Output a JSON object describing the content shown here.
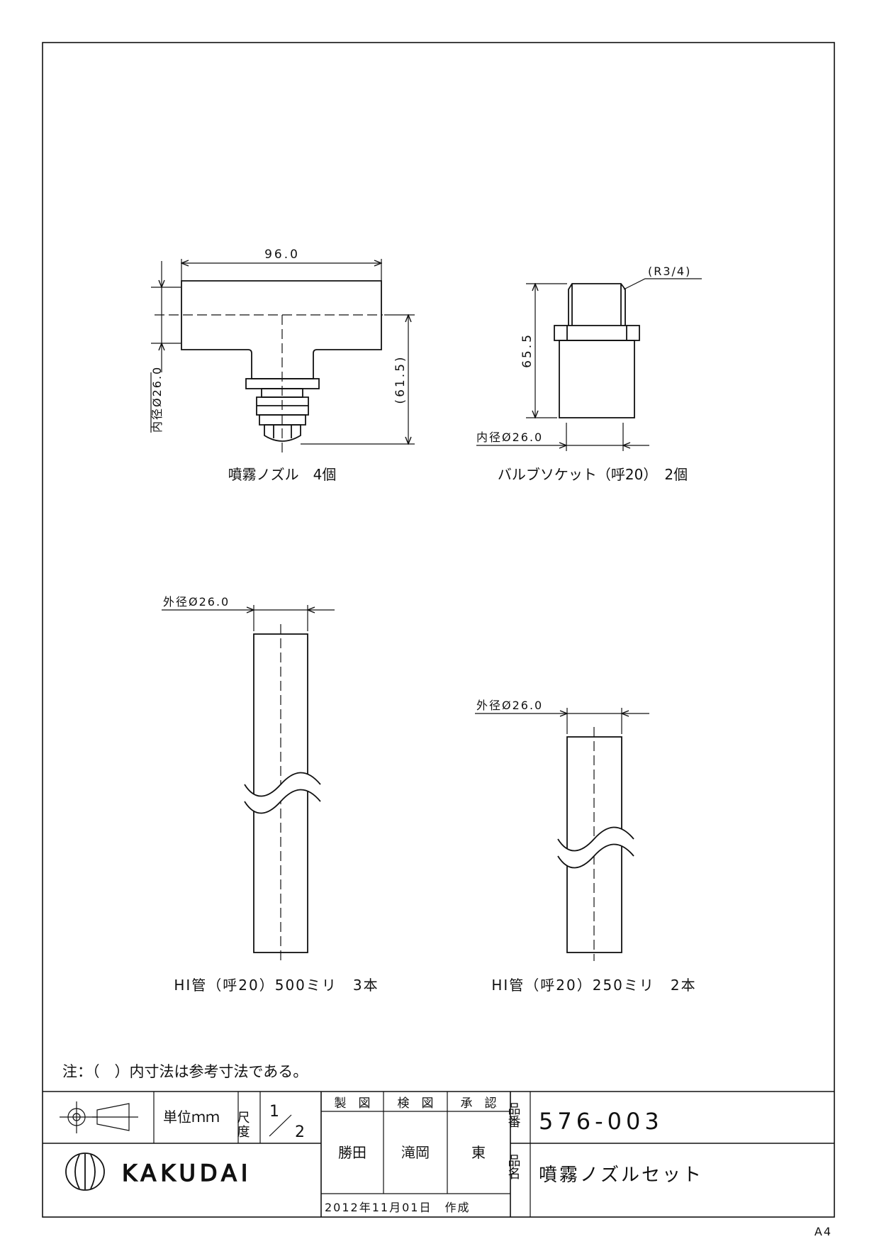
{
  "dimensions": {
    "nozzle_width": "96.0",
    "nozzle_inner_diameter": "内径Ø26.0",
    "nozzle_height_ref": "(61.5)",
    "socket_height": "65.5",
    "socket_thread": "(R3/4)",
    "socket_inner_diameter": "内径Ø26.0",
    "pipe500_outer_diameter": "外径Ø26.0",
    "pipe250_outer_diameter": "外径Ø26.0"
  },
  "captions": {
    "nozzle": "噴霧ノズル　4個",
    "socket": "バルブソケット（呼20）　2個",
    "pipe500": "HI管（呼20）500ミリ　3本",
    "pipe250": "HI管（呼20）250ミリ　2本"
  },
  "note": "注：（　）内寸法は参考寸法である。",
  "title_block": {
    "unit": "単位ｍｍ",
    "scale_label": "尺度",
    "scale_num": "1",
    "scale_den": "2",
    "drawn_label": "製　図",
    "checked_label": "検　図",
    "approved_label": "承　認",
    "drawn_by": "勝田",
    "checked_by": "滝岡",
    "approved_by": "東",
    "date": "2012年11月01日　作成",
    "part_no_label": "品番",
    "part_no": "576-003",
    "part_name_label": "品名",
    "part_name": "噴霧ノズルセット",
    "brand": "KAKUDAI"
  },
  "sheet_size": "A4"
}
